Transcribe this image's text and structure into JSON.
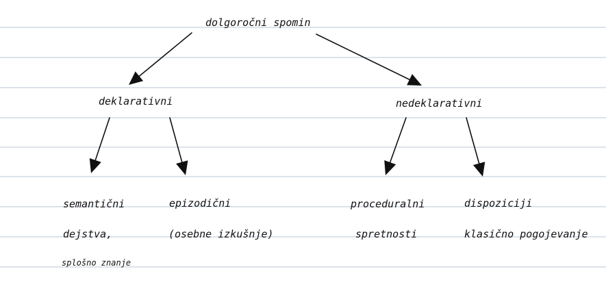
{
  "colors": {
    "rule_line": "#b9c4d6",
    "ink": "#111111",
    "background": "#ffffff"
  },
  "root": {
    "label": "dolgoročni spomin"
  },
  "branches": [
    {
      "label": "deklarativni",
      "children": [
        {
          "label": "semantični",
          "lines": [
            "dejstva,",
            "splošno znanje"
          ]
        },
        {
          "label": "epizodični",
          "lines": [
            "(osebne izkušnje)"
          ]
        }
      ]
    },
    {
      "label": "nedeklarativni",
      "children": [
        {
          "label": "proceduralni",
          "lines": [
            "spretnosti"
          ]
        },
        {
          "label": "dispoziciji",
          "lines": [
            "klasično pogojevanje"
          ]
        }
      ]
    }
  ]
}
